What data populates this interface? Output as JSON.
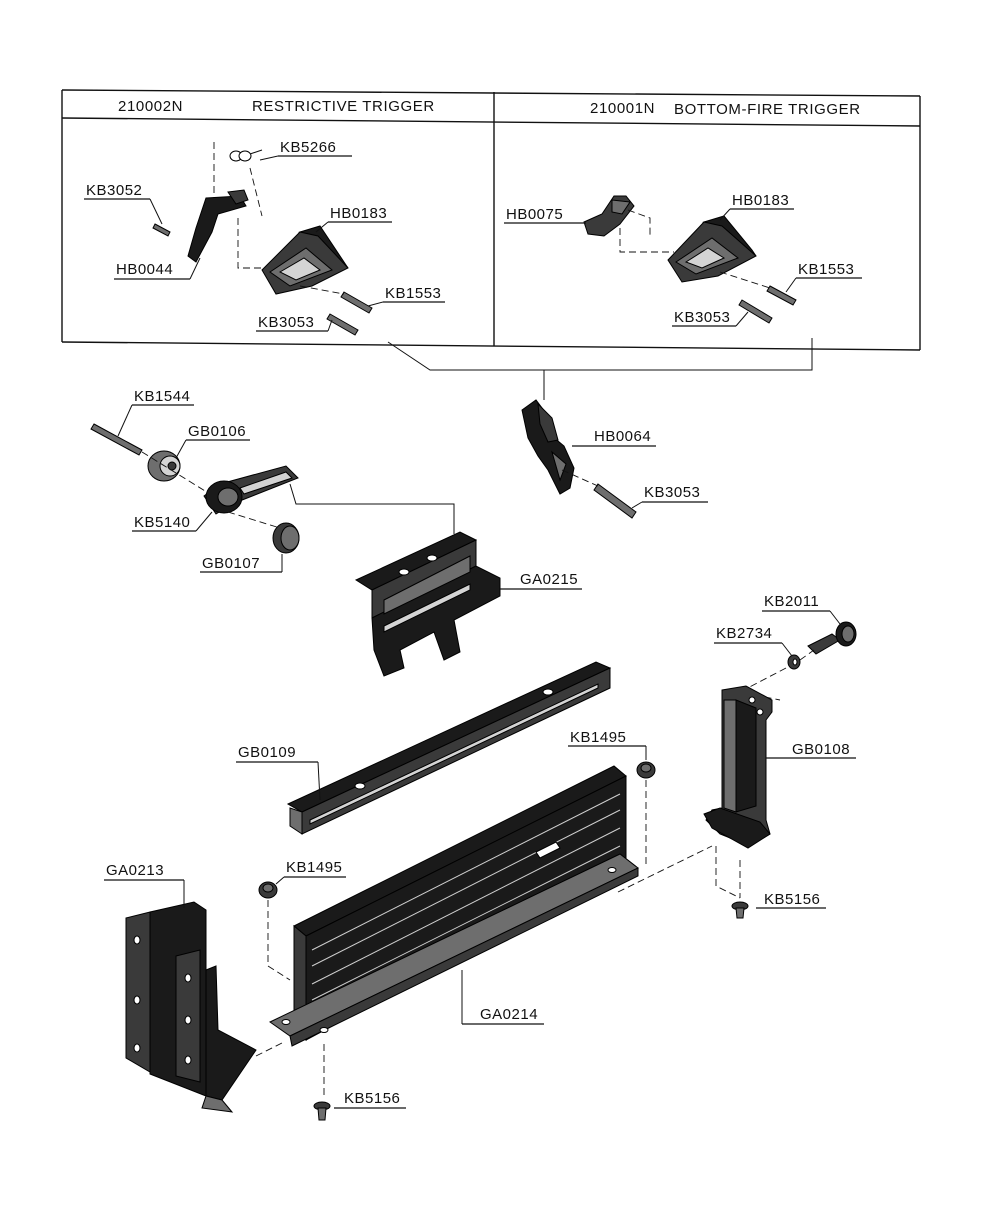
{
  "header": {
    "left": {
      "code": "210002N",
      "title": "RESTRICTIVE TRIGGER"
    },
    "right": {
      "code": "210001N",
      "title": "BOTTOM-FIRE TRIGGER"
    }
  },
  "labels": {
    "kb5266": "KB5266",
    "kb3052": "KB3052",
    "hb0183_left": "HB0183",
    "hb0044": "HB0044",
    "kb1553_left": "KB1553",
    "kb3053_left": "KB3053",
    "hb0075": "HB0075",
    "hb0183_right": "HB0183",
    "kb1553_right": "KB1553",
    "kb3053_right": "KB3053",
    "kb1544": "KB1544",
    "gb0106": "GB0106",
    "kb5140": "KB5140",
    "gb0107": "GB0107",
    "hb0064": "HB0064",
    "kb3053_mid": "KB3053",
    "ga0215": "GA0215",
    "kb2011": "KB2011",
    "kb2734": "KB2734",
    "gb0108": "GB0108",
    "gb0109": "GB0109",
    "kb1495_right": "KB1495",
    "kb1495_left": "KB1495",
    "ga0213": "GA0213",
    "kb5156_right": "KB5156",
    "ga0214": "GA0214",
    "kb5156_bottom": "KB5156"
  }
}
